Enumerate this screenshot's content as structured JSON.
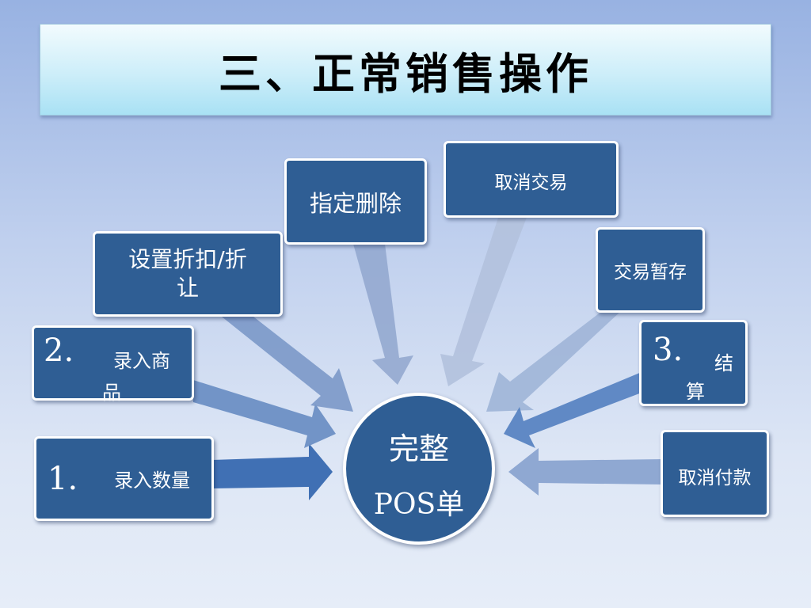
{
  "title": "三、正常销售操作",
  "center": {
    "line1": "完整",
    "line2": "POS单"
  },
  "nodes": {
    "enter_quantity": {
      "number": "1.",
      "label": "录入数量"
    },
    "enter_product": {
      "number": "2.",
      "label_part1": "录入商",
      "label_part2": "品"
    },
    "set_discount": {
      "line1": "设置折扣/折",
      "line2": "让"
    },
    "delete_item": {
      "label": "指定删除"
    },
    "cancel_transaction": {
      "label": "取消交易"
    },
    "hold_transaction": {
      "label": "交易暂存"
    },
    "settle": {
      "number": "3.",
      "label_part1": "结",
      "label_part2": "算"
    },
    "cancel_payment": {
      "label": "取消付款"
    }
  },
  "colors": {
    "node_fill": "#2f5e94",
    "node_border": "#ffffff",
    "title_fill": "#cdeef9"
  }
}
